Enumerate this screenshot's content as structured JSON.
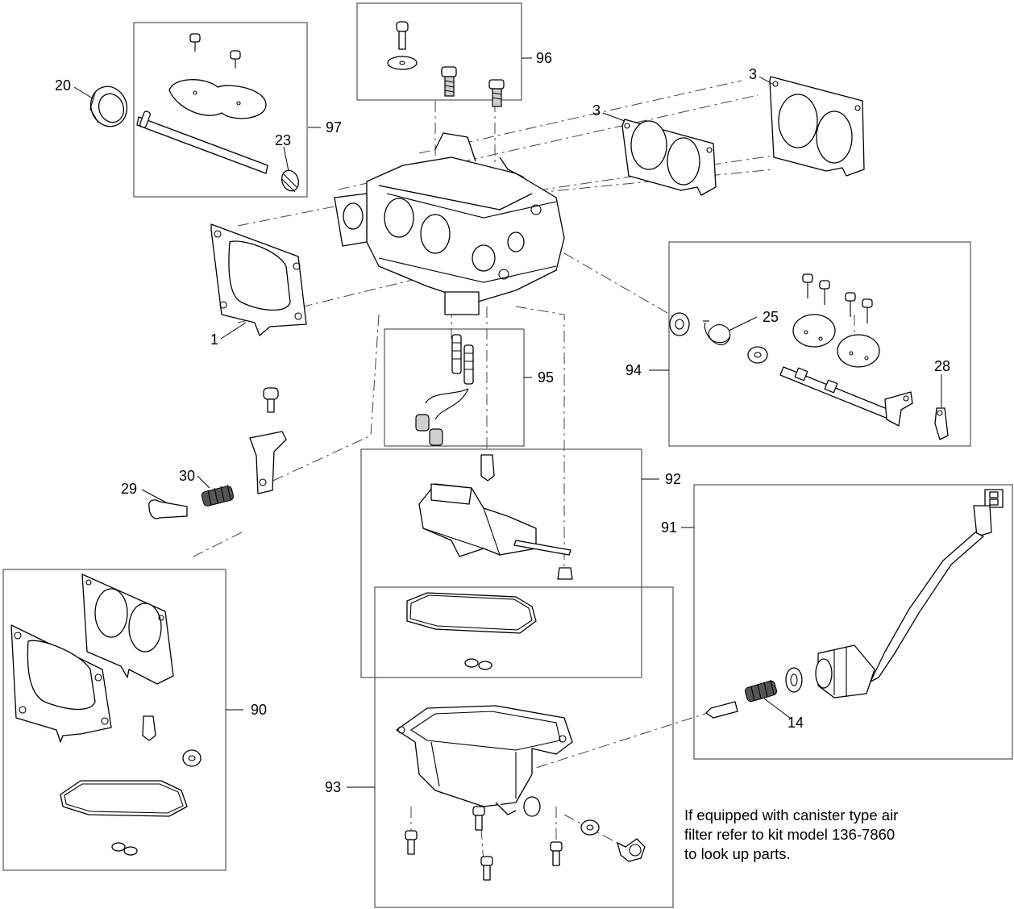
{
  "callouts": {
    "c1": "1",
    "c3a": "3",
    "c3b": "3",
    "c14": "14",
    "c20": "20",
    "c23": "23",
    "c25": "25",
    "c28": "28",
    "c29": "29",
    "c30": "30",
    "c90": "90",
    "c91": "91",
    "c92": "92",
    "c93": "93",
    "c94": "94",
    "c95": "95",
    "c96": "96",
    "c97": "97"
  },
  "note": {
    "line1": "If equipped with canister type air",
    "line2": "filter refer to kit model 136-7860",
    "line3": "to look up parts."
  }
}
